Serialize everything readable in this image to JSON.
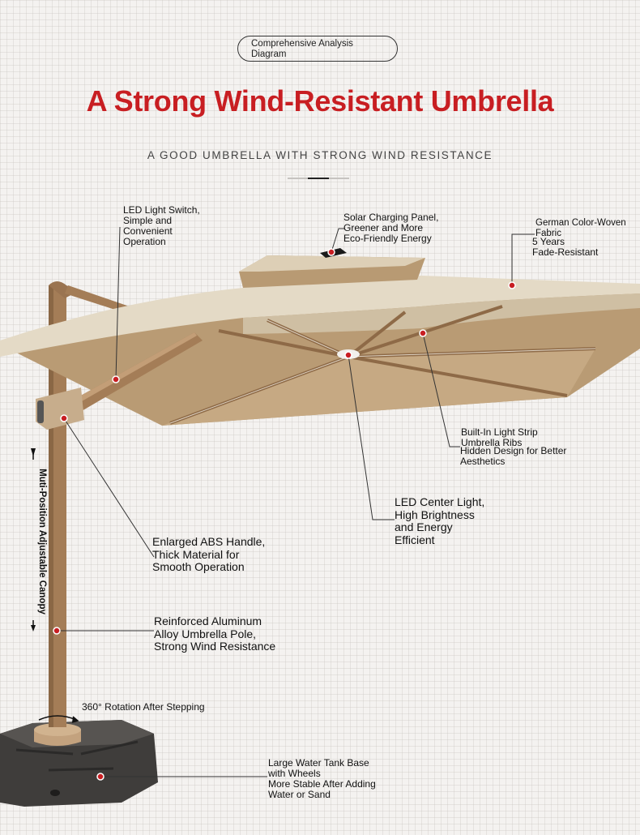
{
  "header": {
    "pill_text": "Comprehensive Analysis\nDiagram",
    "title": "A Strong Wind-Resistant Umbrella",
    "subtitle": "A GOOD UMBRELLA WITH STRONG WIND RESISTANCE"
  },
  "callouts": {
    "led_switch": "LED Light Switch,\nSimple and\nConvenient\nOperation",
    "solar": "Solar Charging Panel,\nGreener and More\nEco-Friendly Energy",
    "fabric_title": "German Color-Woven Fabric",
    "fabric_detail": "5 Years\nFade-Resistant",
    "light_strip_title": "Built-In Light Strip\nUmbrella Ribs",
    "light_strip_detail": "Hidden Design for Better\nAesthetics",
    "center_light": "LED Center Light,\nHigh Brightness\nand Energy\nEfficient",
    "handle": "Enlarged ABS Handle,\nThick Material for\nSmooth Operation",
    "pole": "Reinforced Aluminum\nAlloy Umbrella Pole,\nStrong Wind Resistance",
    "canopy_adjust": "Muti-Position Adjustable Canopy",
    "rotation": "360° Rotation After Stepping",
    "base": "Large Water Tank Base\nwith Wheels\nMore Stable After Adding\nWater or Sand"
  },
  "colors": {
    "accent_red": "#c81e22",
    "canopy_top": "#e4dac6",
    "canopy_under": "#b99b74",
    "wood": "#a47d57",
    "base": "#3f3d3b"
  }
}
